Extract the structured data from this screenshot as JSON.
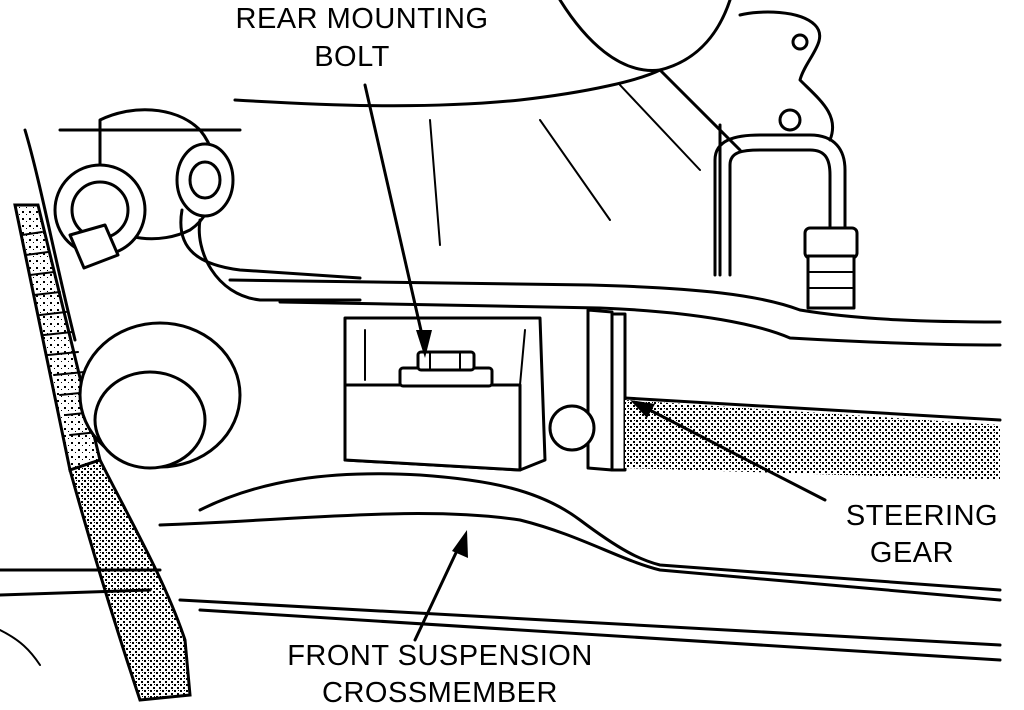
{
  "callouts": {
    "rear_mounting_bolt": {
      "line1": "REAR MOUNTING",
      "line2": "BOLT"
    },
    "steering_gear": {
      "line1": "STEERING",
      "line2": "GEAR"
    },
    "front_suspension_crossmember": {
      "line1": "FRONT SUSPENSION",
      "line2": "CROSSMEMBER"
    }
  },
  "colors": {
    "ink": "#000000",
    "paper": "#ffffff"
  }
}
